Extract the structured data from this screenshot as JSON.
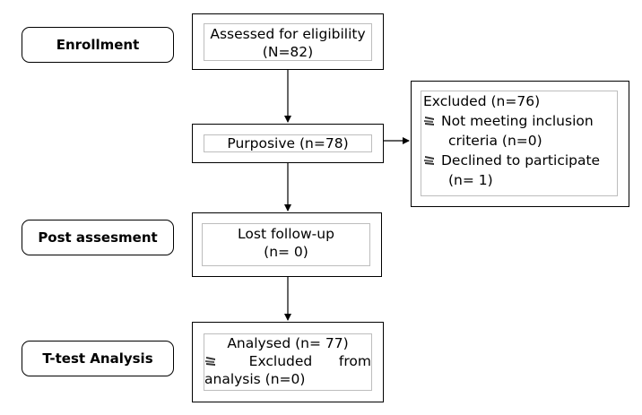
{
  "labels": {
    "enrollment": "Enrollment",
    "post_assessment": "Post assesment",
    "ttest": "T-test Analysis"
  },
  "boxes": {
    "assessed": {
      "line1": "Assessed for eligibility",
      "line2": "(N=82)"
    },
    "purposive": {
      "text": "Purposive (n=78)"
    },
    "excluded": {
      "title": "Excluded (n=76)",
      "items": [
        {
          "line1": "Not meeting inclusion",
          "line2": "criteria (n=0)"
        },
        {
          "line1": "Declined to participate",
          "line2": "(n= 1)"
        }
      ]
    },
    "lost": {
      "line1": "Lost follow-up",
      "line2": "(n= 0)"
    },
    "analysed": {
      "line1": "Analysed (n= 77)",
      "bullet_words": [
        "Excluded",
        "from"
      ],
      "line3": "analysis (n=0)"
    }
  },
  "icons": {
    "bullet": "books-stack-icon"
  },
  "colors": {
    "stroke": "#000000",
    "inner_border": "#bdbdbd"
  }
}
